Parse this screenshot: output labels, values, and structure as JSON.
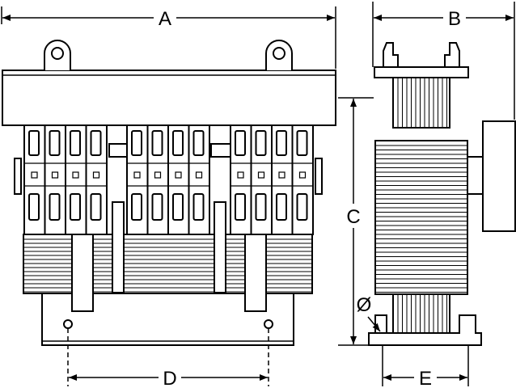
{
  "dimensions": {
    "A": "A",
    "B": "B",
    "C": "C",
    "D": "D",
    "E": "E",
    "hole_diameter": "Ø"
  },
  "colors": {
    "line": "#000000",
    "fill": "#ffffff"
  }
}
